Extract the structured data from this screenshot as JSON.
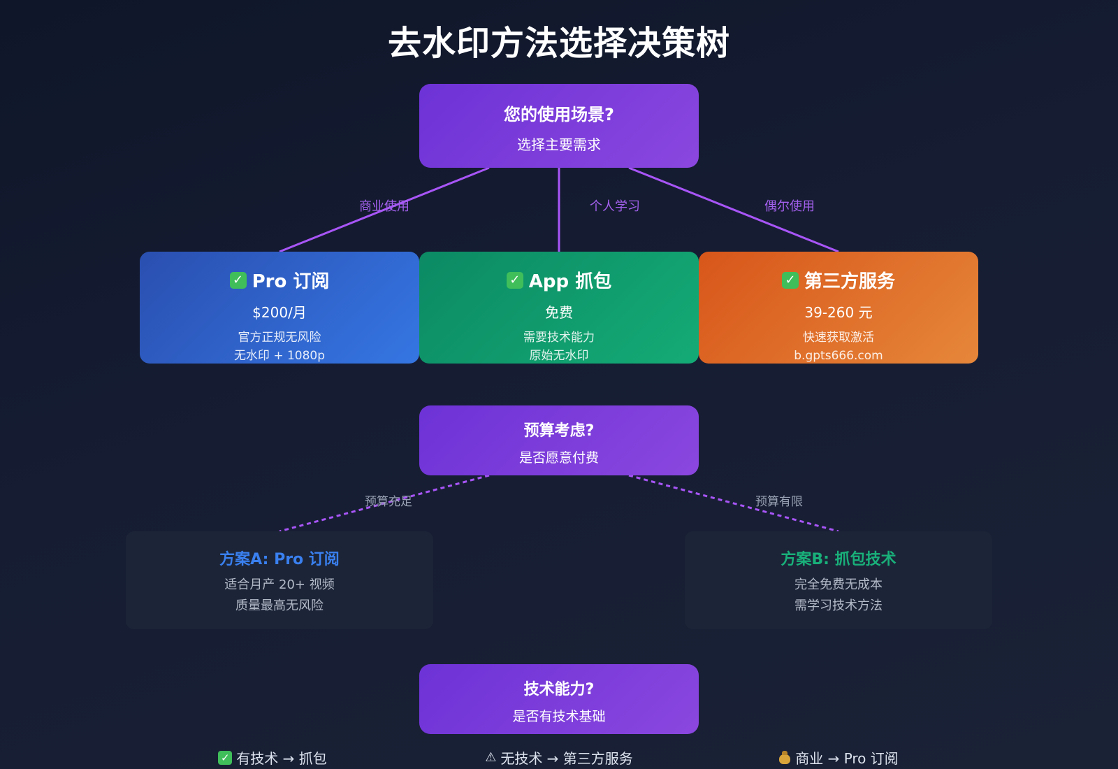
{
  "title": "去水印方法选择决策树",
  "q1": {
    "title": "您的使用场景?",
    "subtitle": "选择主要需求"
  },
  "branch_labels": {
    "commercial": "商业使用",
    "personal": "个人学习",
    "occasional": "偶尔使用"
  },
  "options": [
    {
      "title": "Pro 订阅",
      "price": "$200/月",
      "lines": [
        "官方正规无风险",
        "无水印 + 1080p"
      ],
      "color": "#2f63d0"
    },
    {
      "title": "App 抓包",
      "price": "免费",
      "lines": [
        "需要技术能力",
        "原始无水印"
      ],
      "color": "#10a06e"
    },
    {
      "title": "第三方服务",
      "price": "39-260 元",
      "lines": [
        "快速获取激活",
        "b.gpts666.com"
      ],
      "color": "#e06e2a"
    }
  ],
  "q2": {
    "title": "预算考虑?",
    "subtitle": "是否愿意付费"
  },
  "budget_labels": {
    "ample": "预算充足",
    "limited": "预算有限"
  },
  "plans": [
    {
      "title": "方案A: Pro 订阅",
      "lines": [
        "适合月产 20+ 视频",
        "质量最高无风险"
      ],
      "color": "#3a80f0"
    },
    {
      "title": "方案B: 抓包技术",
      "lines": [
        "完全免费无成本",
        "需学习技术方法"
      ],
      "color": "#19b07a"
    }
  ],
  "q3": {
    "title": "技术能力?",
    "subtitle": "是否有技术基础"
  },
  "outcomes": [
    {
      "icon": "check-icon",
      "text": "有技术 → 抓包"
    },
    {
      "icon": "warning-icon",
      "text": "无技术 → 第三方服务"
    },
    {
      "icon": "money-bag-icon",
      "text": "商业 → Pro 订阅"
    }
  ],
  "colors": {
    "accent_purple": "#a855f7",
    "question_box": "#7b3fdc"
  }
}
